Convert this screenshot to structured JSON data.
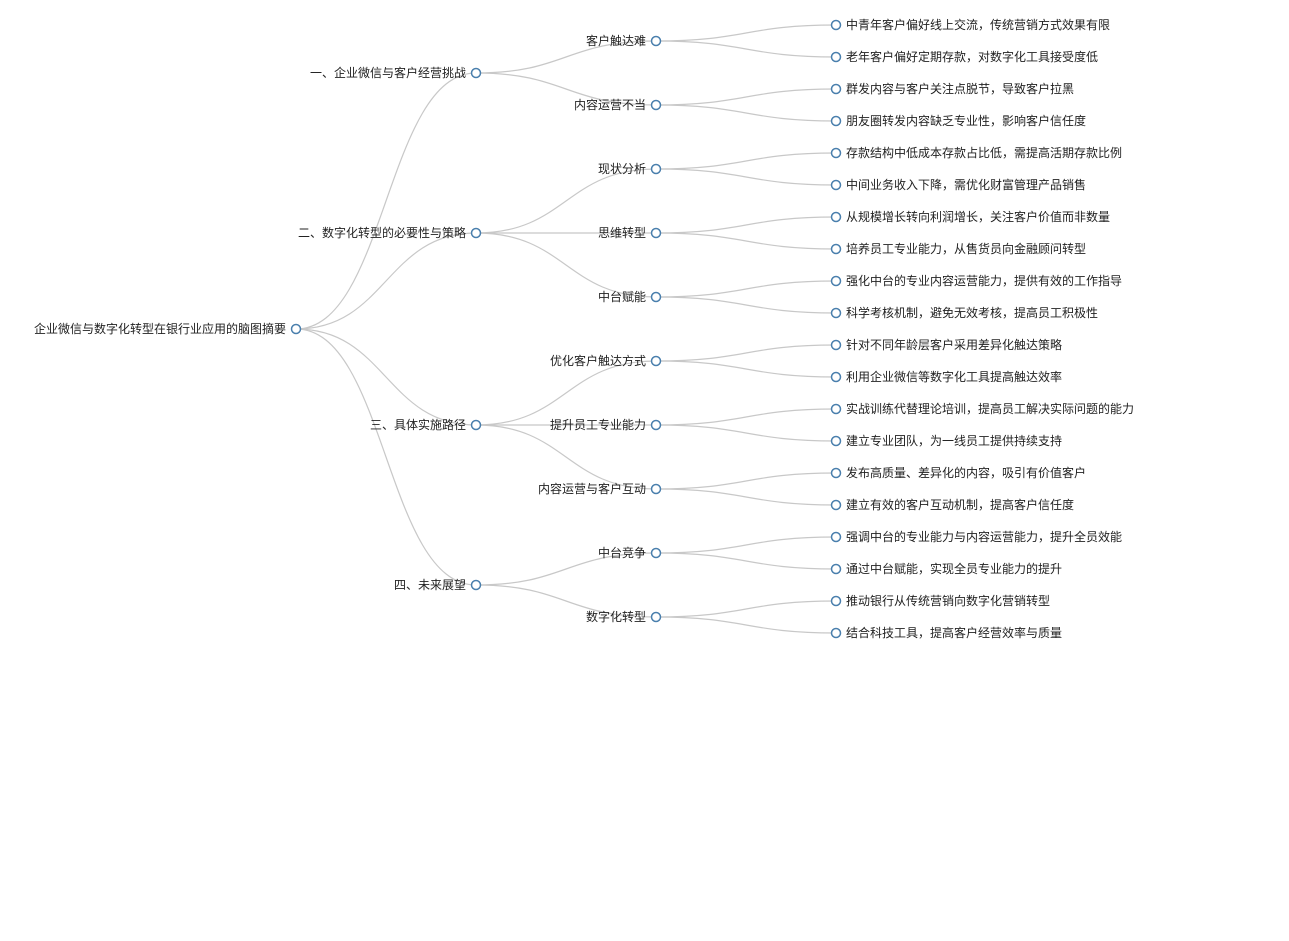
{
  "tree": {
    "label": "企业微信与数字化转型在银行业应用的脑图摘要",
    "children": [
      {
        "label": "一、企业微信与客户经营挑战",
        "children": [
          {
            "label": "客户触达难",
            "children": [
              {
                "label": "中青年客户偏好线上交流，传统营销方式效果有限"
              },
              {
                "label": "老年客户偏好定期存款，对数字化工具接受度低"
              }
            ]
          },
          {
            "label": "内容运营不当",
            "children": [
              {
                "label": "群发内容与客户关注点脱节，导致客户拉黑"
              },
              {
                "label": "朋友圈转发内容缺乏专业性，影响客户信任度"
              }
            ]
          }
        ]
      },
      {
        "label": "二、数字化转型的必要性与策略",
        "children": [
          {
            "label": "现状分析",
            "children": [
              {
                "label": "存款结构中低成本存款占比低，需提高活期存款比例"
              },
              {
                "label": "中间业务收入下降，需优化财富管理产品销售"
              }
            ]
          },
          {
            "label": "思维转型",
            "children": [
              {
                "label": "从规模增长转向利润增长，关注客户价值而非数量"
              },
              {
                "label": "培养员工专业能力，从售货员向金融顾问转型"
              }
            ]
          },
          {
            "label": "中台赋能",
            "children": [
              {
                "label": "强化中台的专业内容运营能力，提供有效的工作指导"
              },
              {
                "label": "科学考核机制，避免无效考核，提高员工积极性"
              }
            ]
          }
        ]
      },
      {
        "label": "三、具体实施路径",
        "children": [
          {
            "label": "优化客户触达方式",
            "children": [
              {
                "label": "针对不同年龄层客户采用差异化触达策略"
              },
              {
                "label": "利用企业微信等数字化工具提高触达效率"
              }
            ]
          },
          {
            "label": "提升员工专业能力",
            "children": [
              {
                "label": "实战训练代替理论培训，提高员工解决实际问题的能力"
              },
              {
                "label": "建立专业团队，为一线员工提供持续支持"
              }
            ]
          },
          {
            "label": "内容运营与客户互动",
            "children": [
              {
                "label": "发布高质量、差异化的内容，吸引有价值客户"
              },
              {
                "label": "建立有效的客户互动机制，提高客户信任度"
              }
            ]
          }
        ]
      },
      {
        "label": "四、未来展望",
        "children": [
          {
            "label": "中台竞争",
            "children": [
              {
                "label": "强调中台的专业能力与内容运营能力，提升全员效能"
              },
              {
                "label": "通过中台赋能，实现全员专业能力的提升"
              }
            ]
          },
          {
            "label": "数字化转型",
            "children": [
              {
                "label": "推动银行从传统营销向数字化营销转型"
              },
              {
                "label": "结合科技工具，提高客户经营效率与质量"
              }
            ]
          }
        ]
      }
    ]
  }
}
